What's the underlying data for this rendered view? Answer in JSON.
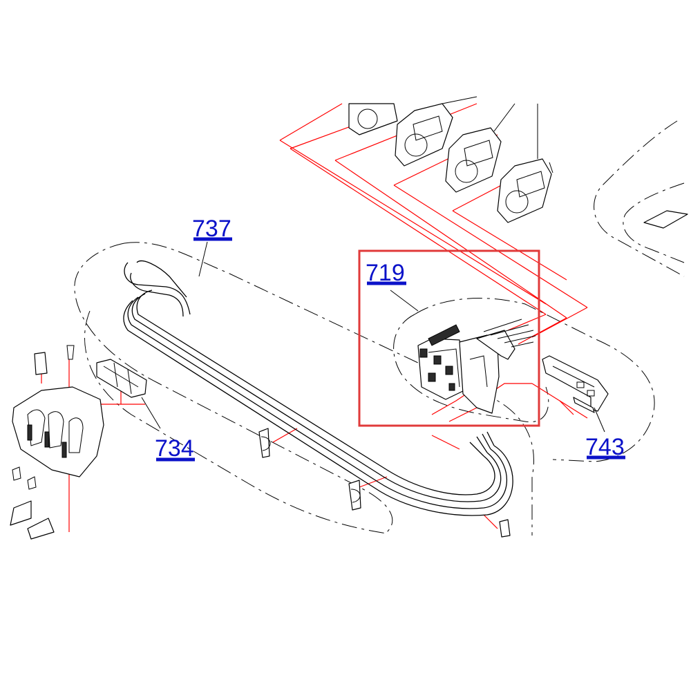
{
  "parts": [
    {
      "number": "737"
    },
    {
      "number": "719"
    },
    {
      "number": "734"
    },
    {
      "number": "743"
    }
  ],
  "highlighted_part": "719",
  "colors": {
    "label": "#0b12c9",
    "callout_lines": "#ff0000",
    "highlight_box": "#e03a3a",
    "line_art": "#000000"
  }
}
